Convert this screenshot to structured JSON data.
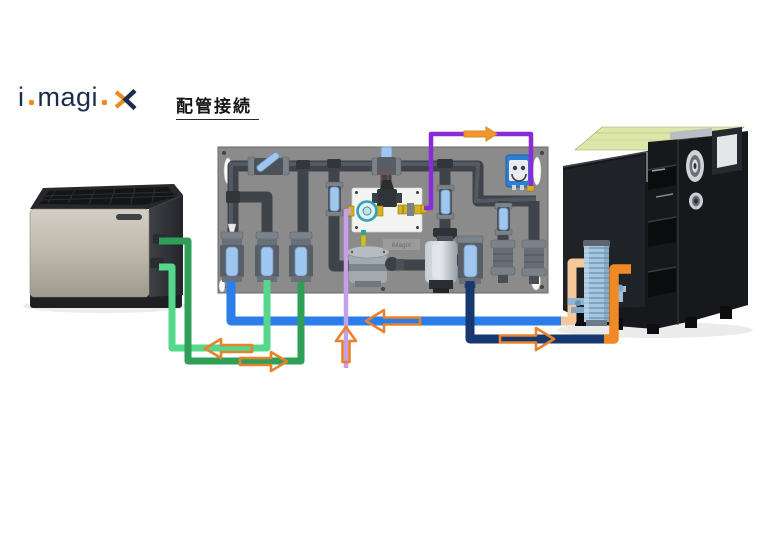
{
  "header": {
    "logo": {
      "part1": "i",
      "part2": "magi"
    },
    "title": "配管接続"
  },
  "diagram": {
    "panel_label": "iMagiX",
    "components": [
      "left-appliance",
      "piping-manifold-panel",
      "right-machine",
      "dosing-pump",
      "flow-meter",
      "pressure-regulator",
      "strainer",
      "circulation-pump",
      "corrugated-hose"
    ],
    "pipes": [
      {
        "id": "blue-line",
        "color": "#2b7de9",
        "flow": "left"
      },
      {
        "id": "navy-line",
        "color": "#16386e",
        "flow": "right"
      },
      {
        "id": "dark-green-line",
        "color": "#2f9e57",
        "flow": "right"
      },
      {
        "id": "light-green-line",
        "color": "#55d78c",
        "flow": "left"
      },
      {
        "id": "purple-loop",
        "color": "#8a2bd8",
        "flow": "right"
      },
      {
        "id": "lavender-line",
        "color": "#c5a0e8",
        "flow": "up"
      },
      {
        "id": "orange-elbow",
        "color": "#f08a28"
      },
      {
        "id": "pale-orange-elbow",
        "color": "#f5c79b"
      }
    ]
  },
  "colors": {
    "logo-navy": "#1c2b4e",
    "logo-orange": "#ee8a1f",
    "pipe-blue": "#2b7de9",
    "pipe-navy": "#16386e",
    "pipe-green-dark": "#2f9e57",
    "pipe-green-light": "#55d78c",
    "pipe-purple": "#8a2bd8",
    "pipe-lavender": "#c5a0e8",
    "pipe-orange": "#f08a28",
    "pipe-orange-pale": "#f5c79b",
    "arrow": "#e8832b",
    "arrow-solid": "#f1952f",
    "panel": "#8b8b8b",
    "pipe-gray": "#3f444a",
    "pipe-gray-inner": "#565d64",
    "flange": "#7c828a",
    "handle-blue": "#9fc6ee",
    "brass": "#d4b31e",
    "teal": "#2fa3b5"
  }
}
